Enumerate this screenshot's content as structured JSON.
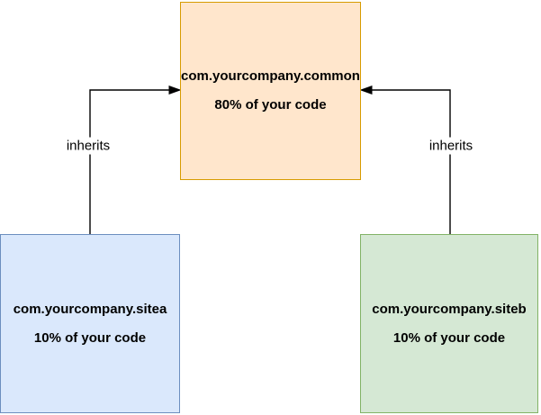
{
  "diagram": {
    "background_color": "#ffffff",
    "arrow_color": "#000000",
    "nodes": [
      {
        "id": "common",
        "title": "com.yourcompany.common",
        "subtitle": "80% of your code",
        "fill": "#ffe6cc",
        "stroke": "#d79b00",
        "position": "top-center"
      },
      {
        "id": "sitea",
        "title": "com.yourcompany.sitea",
        "subtitle": "10% of your code",
        "fill": "#dae8fc",
        "stroke": "#6c8ebf",
        "position": "bottom-left"
      },
      {
        "id": "siteb",
        "title": "com.yourcompany.siteb",
        "subtitle": "10% of your code",
        "fill": "#d5e8d4",
        "stroke": "#82b366",
        "position": "bottom-right"
      }
    ],
    "edges": [
      {
        "from": "sitea",
        "to": "common",
        "label": "inherits"
      },
      {
        "from": "siteb",
        "to": "common",
        "label": "inherits"
      }
    ]
  }
}
